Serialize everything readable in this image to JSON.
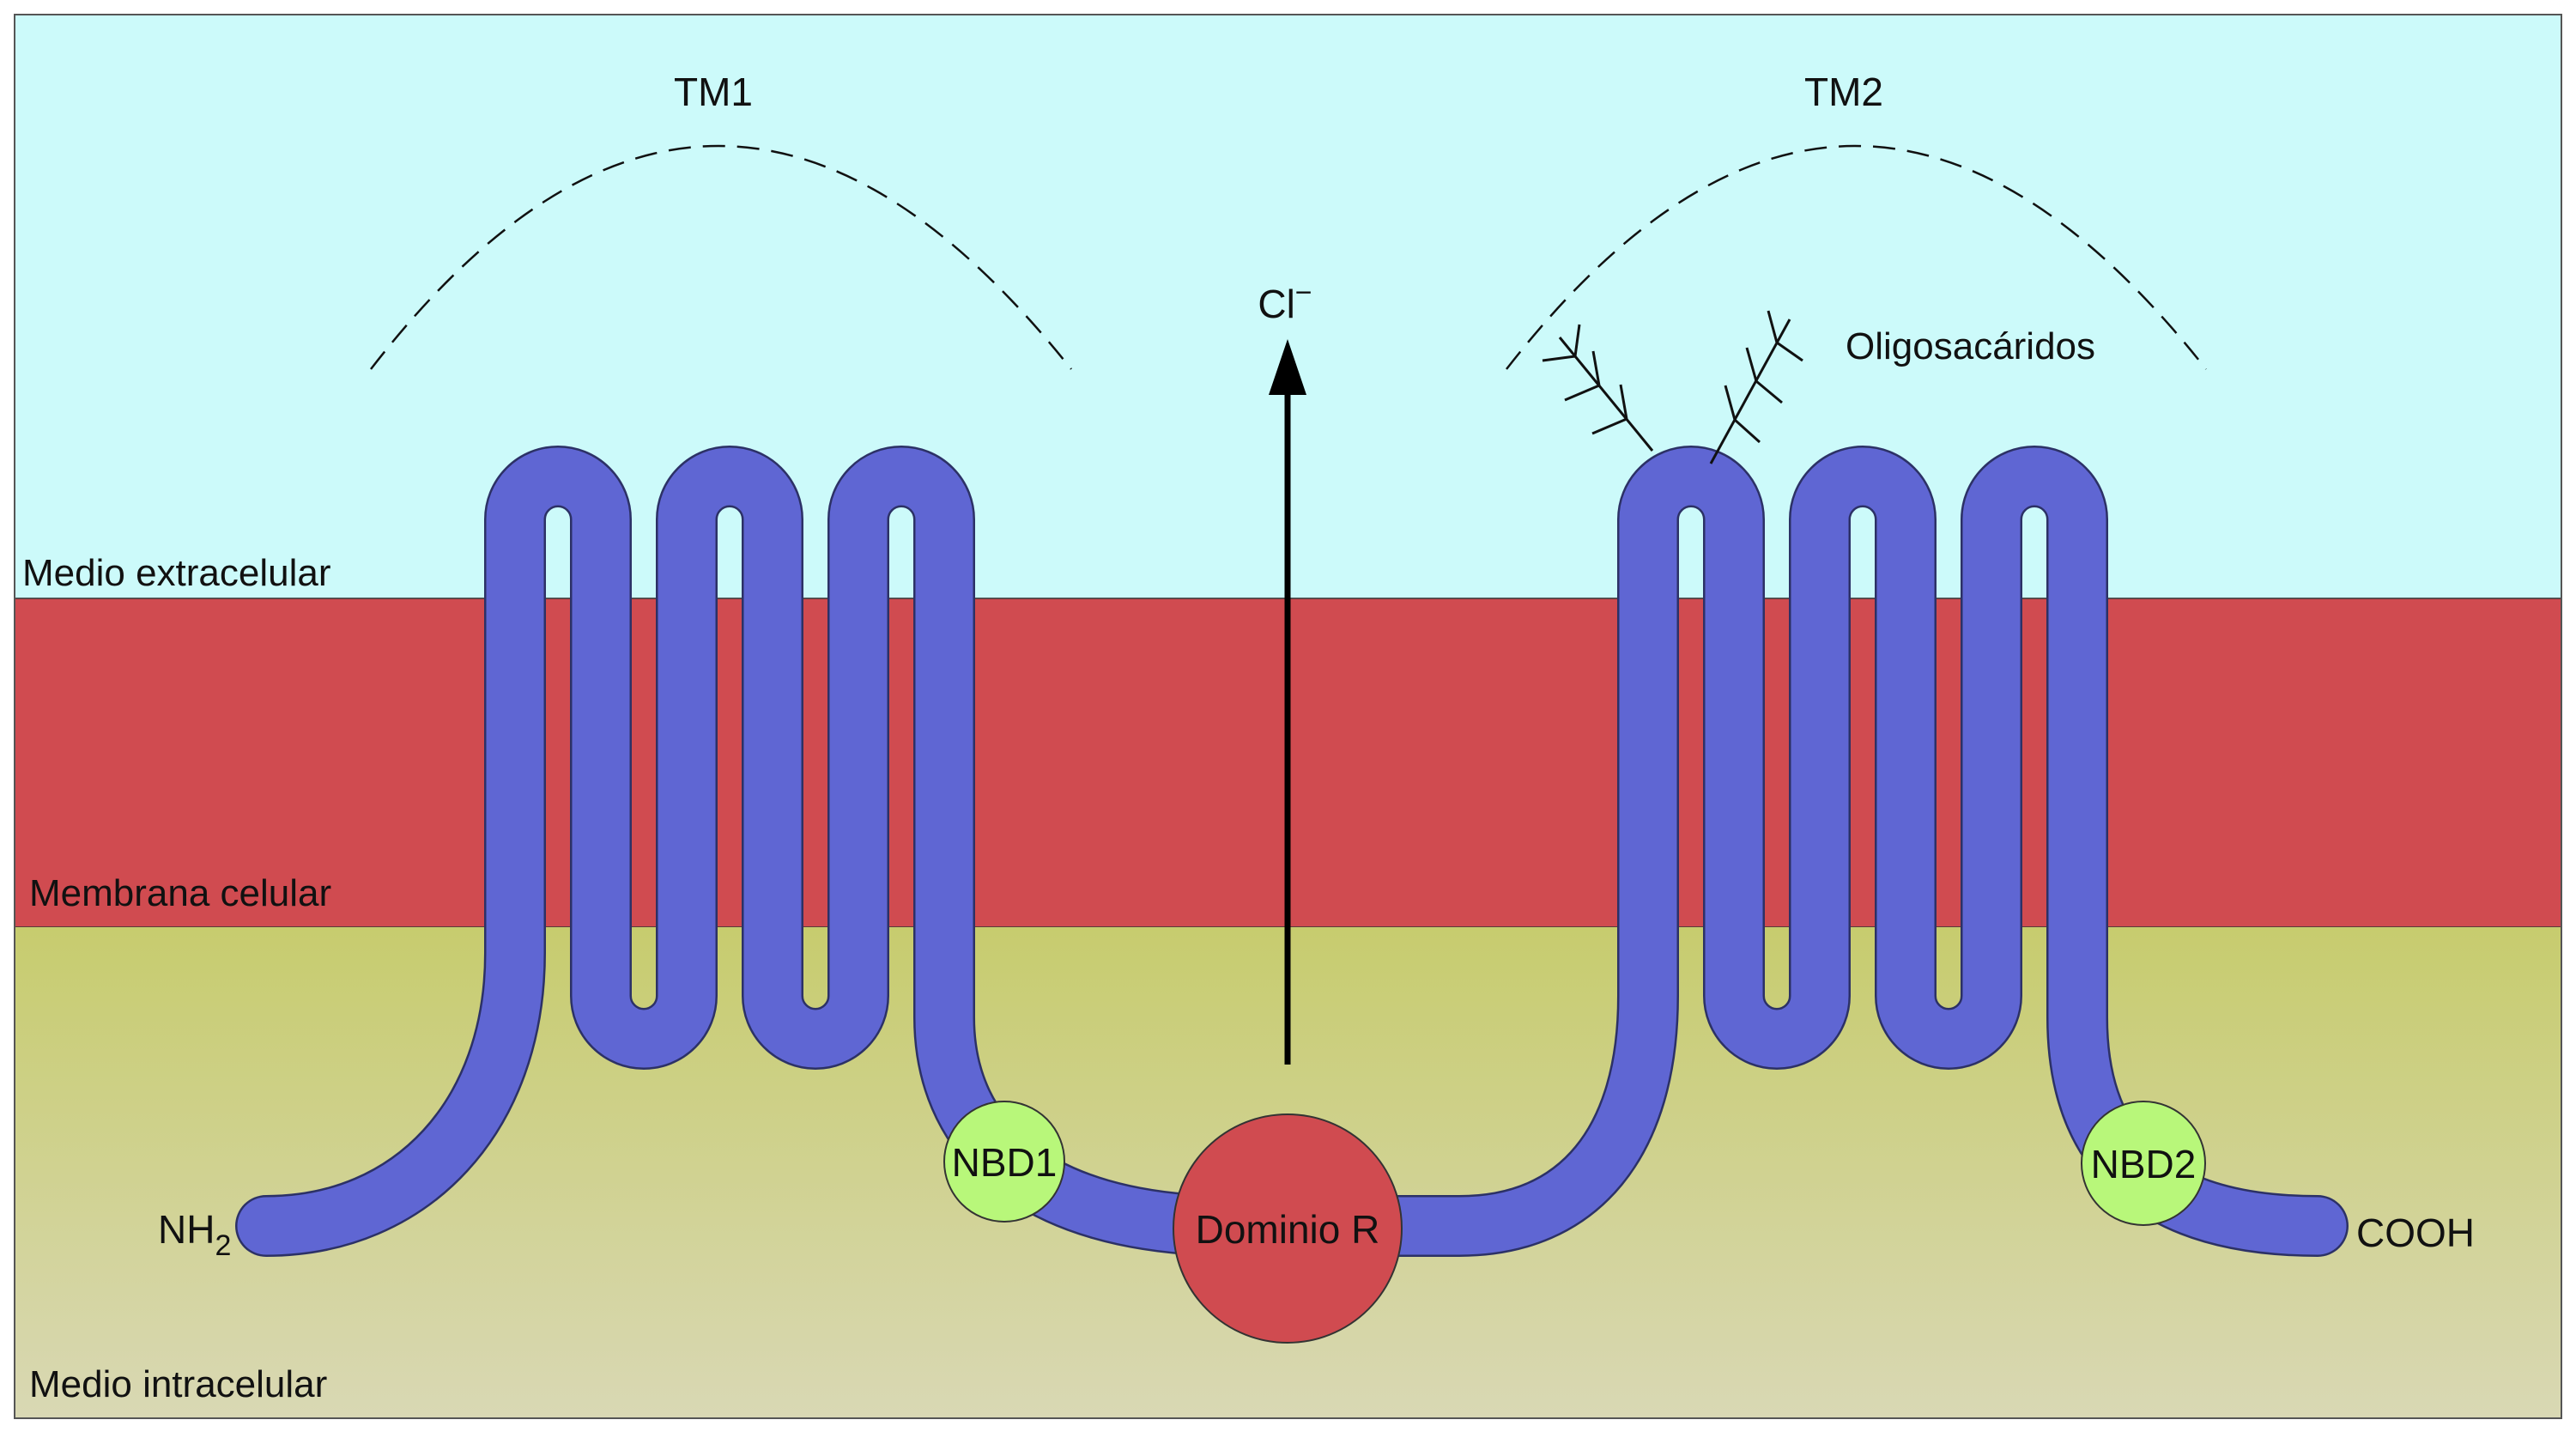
{
  "colors": {
    "extracellular": "#ccfafa",
    "membrane": "#d04b50",
    "intracellular_top": "#c7cc6e",
    "intracellular_bottom": "#d9d8b4",
    "protein_chain": "#5f66d3",
    "nbd": "#b8f77a",
    "r_domain": "#d04b50"
  },
  "regions": {
    "extracellular": "Medio extracelular",
    "membrane": "Membrana celular",
    "intracellular": "Medio intracelular"
  },
  "transmembrane": {
    "tm1": "TM1",
    "tm2": "TM2"
  },
  "ion": {
    "symbol": "Cl",
    "charge": "−"
  },
  "oligosaccharides": "Oligosacáridos",
  "domains": {
    "nbd1": "NBD1",
    "nbd2": "NBD2",
    "r_domain": "Dominio R"
  },
  "termini": {
    "n_terminus_base": "NH",
    "n_terminus_sub": "2",
    "c_terminus": "COOH"
  }
}
